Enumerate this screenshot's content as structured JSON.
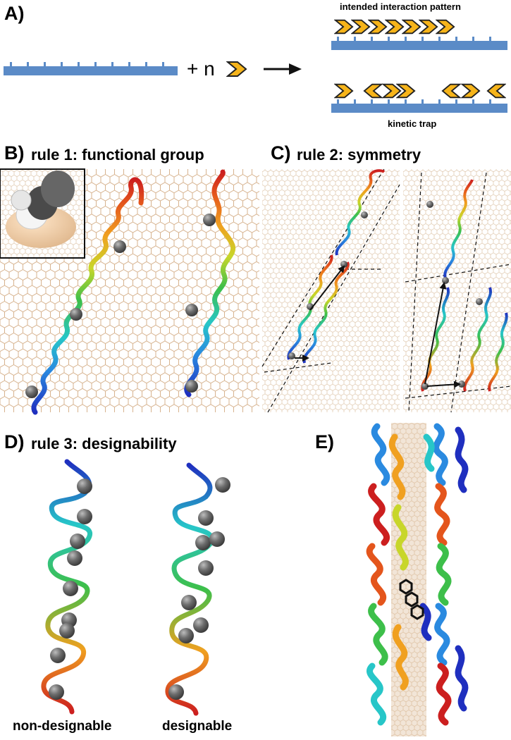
{
  "panel_a": {
    "letter": "A)",
    "plus_n": "+ n",
    "intended_label": "intended interaction pattern",
    "trap_label": "kinetic trap"
  },
  "panel_b": {
    "letter": "B)",
    "title": "rule 1: functional group"
  },
  "panel_c": {
    "letter": "C)",
    "title": "rule 2: symmetry"
  },
  "panel_d": {
    "letter": "D)",
    "title": "rule 3: designability",
    "left_caption": "non-designable",
    "right_caption": "designable"
  },
  "panel_e": {
    "letter": "E)"
  },
  "colors": {
    "substrate": "#5b8bc7",
    "chevron_fill": "#f6b41a",
    "graphene": "#d9a87a",
    "atom": "#6b6b6b",
    "helix_gradient": [
      "#1f2fbf",
      "#2a8ae0",
      "#27c6c8",
      "#3dbf4a",
      "#c8d62a",
      "#f0a020",
      "#e4551c",
      "#cc1f1f"
    ]
  },
  "icons": [
    "chevron-icon",
    "arrow-right-icon"
  ]
}
